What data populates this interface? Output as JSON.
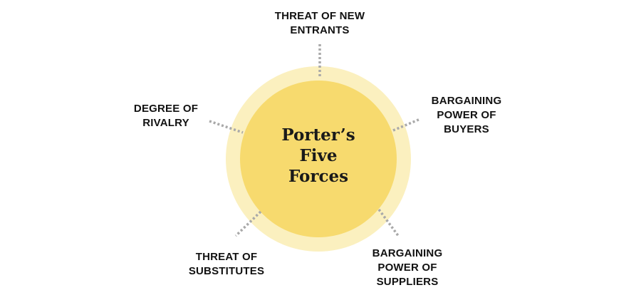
{
  "diagram": {
    "center": {
      "lines": [
        "Porter’s",
        "Five",
        "Forces"
      ]
    },
    "forces": {
      "top": {
        "lines": [
          "THREAT OF NEW",
          "ENTRANTS"
        ]
      },
      "left": {
        "lines": [
          "DEGREE OF",
          "RIVALRY"
        ]
      },
      "right": {
        "lines": [
          "BARGAINING",
          "POWER OF",
          "BUYERS"
        ]
      },
      "bottom_left": {
        "lines": [
          "THREAT OF",
          "SUBSTITUTES"
        ]
      },
      "bottom_right": {
        "lines": [
          "BARGAINING",
          "POWER OF",
          "SUPPLIERS"
        ]
      }
    },
    "colors": {
      "outer_ring": "#fbf0bf",
      "inner_circle": "#f7da6e",
      "connector": "#a9a9a9",
      "label_text": "#111111",
      "center_text": "#1a1a1a"
    }
  }
}
